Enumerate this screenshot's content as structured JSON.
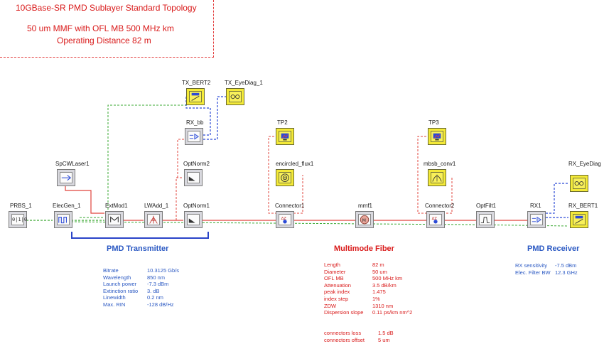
{
  "title": {
    "line1": "10GBase-SR  PMD Sublayer Standard Topology",
    "line2": "50 um MMF with OFL MB 500 MHz km",
    "line3": "Operating Distance 82 m"
  },
  "components": {
    "prbs": "PRBS_1",
    "elecgen": "ElecGen_1",
    "spcwlaser": "SpCWLaser1",
    "extmod": "ExtMod1",
    "lwadd": "LWAdd_1",
    "optnorm1": "OptNorm1",
    "optnorm2": "OptNorm2",
    "rx_bb": "RX_bb",
    "tx_bert2": "TX_BERT2",
    "tx_eyediag": "TX_EyeDiag_1",
    "tp2": "TP2",
    "encircled_flux": "encircled_flux1",
    "connector1": "Connector1",
    "mmf": "mmf1",
    "connector2": "Connector2",
    "tp3": "TP3",
    "mbsb_conv": "mbsb_conv1",
    "optfilt": "OptFilt1",
    "rx1": "RX1",
    "rx_eyediag": "RX_EyeDiag",
    "rx_bert1": "RX_BERT1"
  },
  "sections": {
    "transmitter": "PMD Transmitter",
    "fiber": "Multimode Fiber",
    "receiver": "PMD Receiver"
  },
  "transmitter_params": [
    {
      "k": "Bitrate",
      "v": "10.3125  Gb/s"
    },
    {
      "k": "Wavelength",
      "v": "850 nm"
    },
    {
      "k": "Launch power",
      "v": "-7.3 dBm"
    },
    {
      "k": "Extinction ratio",
      "v": "3. dB"
    },
    {
      "k": "Linewidth",
      "v": "0.2 nm"
    },
    {
      "k": "Max. RIN",
      "v": "-128 dB/Hz"
    }
  ],
  "fiber_params": [
    {
      "k": "Length",
      "v": "82 m"
    },
    {
      "k": "Diameter",
      "v": "50 um"
    },
    {
      "k": "OFL MB",
      "v": "500 MHz km"
    },
    {
      "k": "Attenuation",
      "v": "3.5 dB/km"
    },
    {
      "k": "peak index",
      "v": "1.475"
    },
    {
      "k": "index step",
      "v": "1%"
    },
    {
      "k": "ZDW",
      "v": "1310 nm"
    },
    {
      "k": "Dispersion slope",
      "v": "0.11 ps/km nm^2"
    }
  ],
  "connector_params": [
    {
      "k": "connectors loss",
      "v": "1.5 dB"
    },
    {
      "k": "connectors offset",
      "v": "5 um"
    }
  ],
  "receiver_params": [
    {
      "k": "RX sensitivity",
      "v": "-7.5 dBm"
    },
    {
      "k": "Elec. Filter BW",
      "v": "12.3 GHz"
    }
  ],
  "icons": {
    "prbs": "binary-sequence-icon",
    "elecgen": "pulse-generator-icon",
    "spcwlaser": "laser-icon",
    "extmod": "modulator-icon",
    "lwadd": "linewidth-icon",
    "optnorm": "power-normalizer-icon",
    "rx_bb": "receiver-icon",
    "bert": "ber-tester-icon",
    "eyediag": "eye-diagram-icon",
    "tp": "monitor-icon",
    "encircled_flux": "target-icon",
    "connector": "connector-icon",
    "mmf": "fiber-spool-icon",
    "mbsb_conv": "bandwidth-icon",
    "optfilt": "optical-filter-icon"
  },
  "colors": {
    "title": "#d91a1a",
    "optical_wire": "#e0443c",
    "electrical_wire": "#3aa832",
    "rx_wire": "#2b49d6",
    "section_blue": "#2b59c3",
    "section_red": "#d91a1a",
    "component_gray": "#d8d8de",
    "component_yellow": "#f4ea38"
  }
}
